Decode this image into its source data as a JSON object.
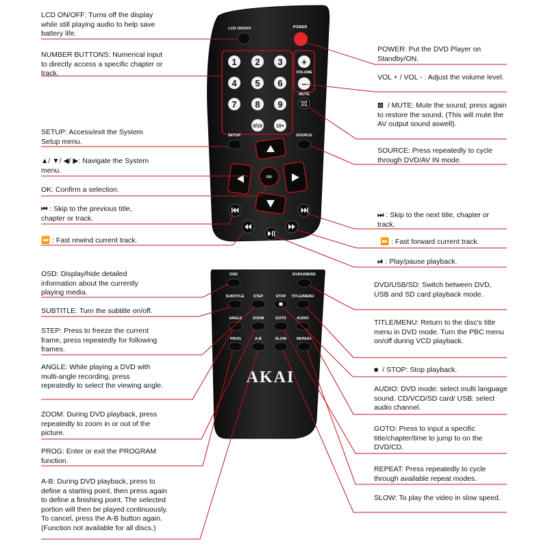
{
  "colors": {
    "leader": "#c0141c",
    "remote_body": "#1e1e1e",
    "button": "#0e0e0e",
    "power": "#e8262b",
    "number_key": "#f2f2f2"
  },
  "remote_top": {
    "labels": {
      "lcd": "LCD ON/OFF",
      "power": "POWER",
      "volume": "VOLUME",
      "mute": "MUTE",
      "setup": "SETUP",
      "source": "SOURCE",
      "ok": "OK",
      "vol_plus": "+",
      "vol_minus": "–",
      "n1": "1",
      "n2": "2",
      "n3": "3",
      "n4": "4",
      "n5": "5",
      "n6": "6",
      "n7": "7",
      "n8": "8",
      "n9": "9",
      "n010": "0/10",
      "n10p": "10+"
    }
  },
  "remote_bottom": {
    "labels": {
      "osd": "OSD",
      "dvdusbsd": "DVD/USB/SD",
      "subtitle": "SUBTITLE",
      "step": "STEP",
      "stop": "STOP",
      "titlemenu": "TITLE/MENU",
      "angle": "ANGLE",
      "zoom": "ZOOM",
      "goto": "GOTO",
      "audio": "AUDIO",
      "prog": "PROG",
      "ab": "A-B",
      "slow": "SLOW",
      "repeat": "REPEAT"
    },
    "brand": "AKAI"
  },
  "notes": {
    "lcd": "LCD ON/OFF: Turns off the display while still playing audio to help save battery life.",
    "numbers": "NUMBER BUTTONS: Numerical input to directly access a specific chapter or track.",
    "setup": "SETUP: Access/exit the System Setup menu.",
    "navigate": "▲/ ▼/ ◀/ ▶: Navigate the System menu.",
    "ok": "OK: Confirm a selection.",
    "prev": ": Skip to the previous title, chapter or track.",
    "rewind": ": Fast rewind current track.",
    "power": "POWER: Put the DVD Player on Standby/ON.",
    "volume": "VOL + / VOL - : Adjust the volume level.",
    "mute": " / MUTE: Mute the sound; press again to restore the sound. (This will mute the AV output sound aswell).",
    "source": "SOURCE: Press repeatedly to cycle through DVD/AV IN mode.",
    "next": ": Skip to the next title, chapter or track.",
    "forward": ": Fast forward current track.",
    "playpause": ": Play/pause playback.",
    "osd": "OSD: Display/hide detailed information about the currently playing media.",
    "subtitle": "SUBTITLE: Turn the subtitle on/off.",
    "step": "STEP: Press to freeze the current frame, press repeatedly for following frames.",
    "angle": "ANGLE: While playing a DVD with multi-angle recording, press repeatedly to select the viewing angle.",
    "zoom": "ZOOM: During DVD playback, press repeatedly to zoom in or out of the picture.",
    "prog": "PROG: Enter or exit the PROGRAM function.",
    "ab": "A-B: During DVD playback, press to define a starting point, then press again to define a finishing point. The selected portion will then be played continuously. To cancel, press the A-B button again. (Function not available for all discs.)",
    "dvdusbsd": "DVD/USB/SD: Switch between DVD, USB and SD card playback mode.",
    "titlemenu": "TITLE/MENU: Return to the disc's title menu in DVD mode. Turn the PBC menu on/off during VCD playback.",
    "stop": " / STOP: Stop playback.",
    "audio": "AUDIO: DVD mode: select multi language sound. CD/VCD/SD card/ USB: select audio channel.",
    "goto": "GOTO: Press to input a specific title/chapter/time to jump to on the DVD/CD.",
    "repeat": "REPEAT: Press repeatedly to cycle through available repeat modes.",
    "slow": "SLOW: To play the video in slow speed."
  },
  "icons": {
    "prev": "skip-previous-icon",
    "rewind": "rewind-icon",
    "next": "skip-next-icon",
    "forward": "fast-forward-icon",
    "playpause": "play-pause-icon",
    "mute": "mute-icon",
    "stop": "stop-icon"
  }
}
